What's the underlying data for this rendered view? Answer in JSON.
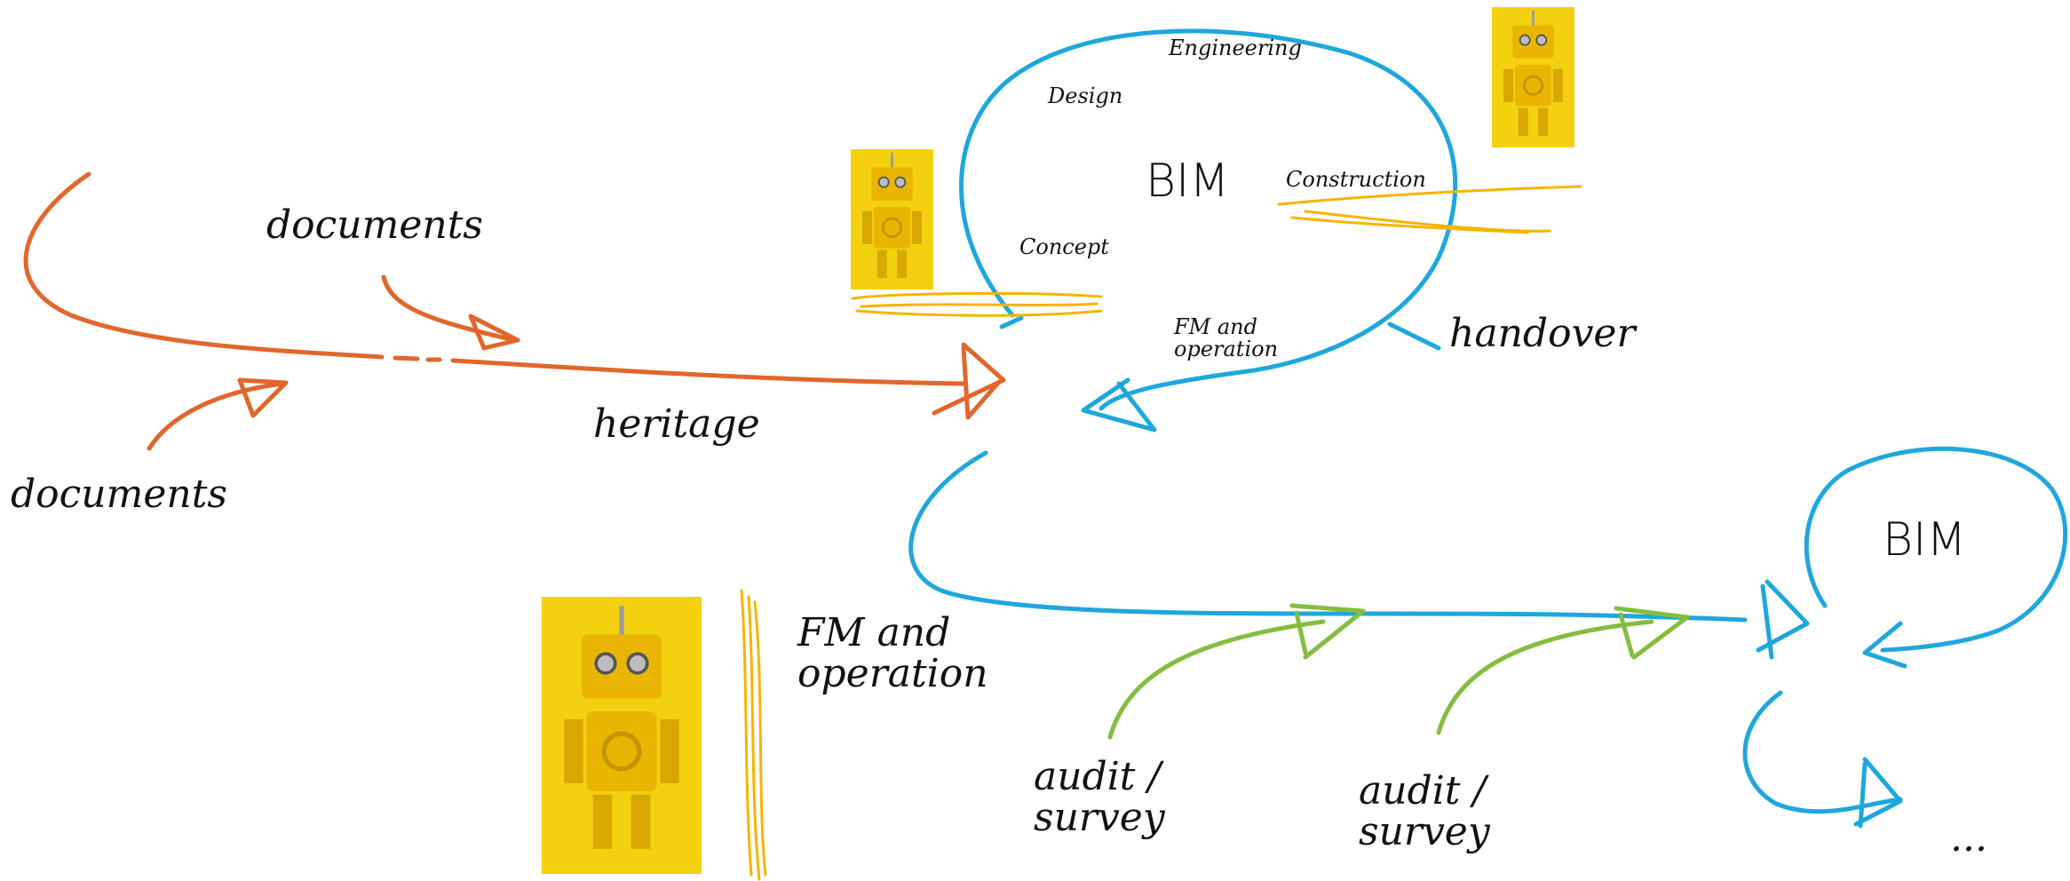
{
  "colors": {
    "heritage_stroke": "#e2662b",
    "bim_stroke": "#1ea7dd",
    "audit_stroke": "#84bd3f",
    "highlight_stroke": "#f6b400",
    "robot_background": "#f3d10f",
    "text": "#111111"
  },
  "labels": {
    "documents_top": "documents",
    "documents_bottom": "documents",
    "heritage": "heritage",
    "bim_main": "BIM",
    "engineering": "Engineering",
    "design": "Design",
    "construction": "Construction",
    "concept": "Concept",
    "fm_small": "FM and operation",
    "handover": "handover",
    "fm_large": "FM and operation",
    "bim_secondary": "BIM",
    "audit_1": "audit / survey",
    "audit_2": "audit / survey",
    "ellipsis": "..."
  },
  "images": [
    {
      "name": "robot-photo-small-left",
      "subject": "yellow toy robot"
    },
    {
      "name": "robot-photo-small-top-right",
      "subject": "yellow toy robot"
    },
    {
      "name": "robot-photo-large",
      "subject": "yellow toy robot"
    }
  ]
}
